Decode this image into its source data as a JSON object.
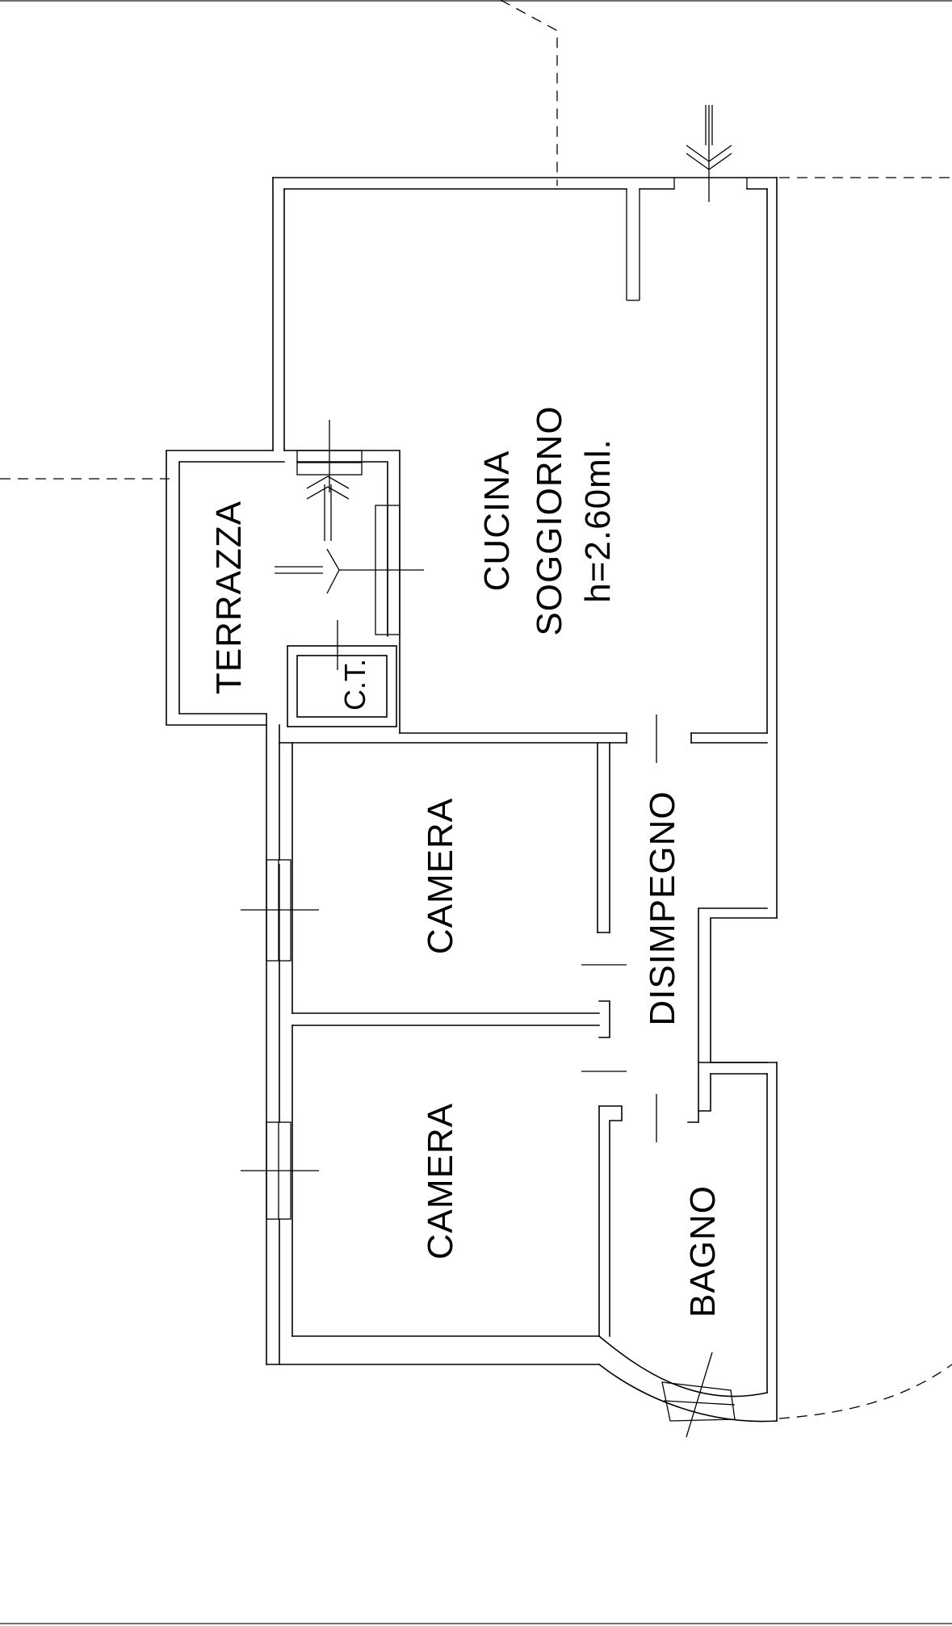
{
  "rooms": {
    "cucina_line1": "CUCINA",
    "cucina_line2": "SOGGIORNO",
    "cucina_height": "h=2.60ml.",
    "terrazza": "TERRAZZA",
    "ct": "C.T.",
    "camera_top": "CAMERA",
    "camera_bottom": "CAMERA",
    "disimpegno": "DISIMPEGNO",
    "bagno": "BAGNO"
  }
}
